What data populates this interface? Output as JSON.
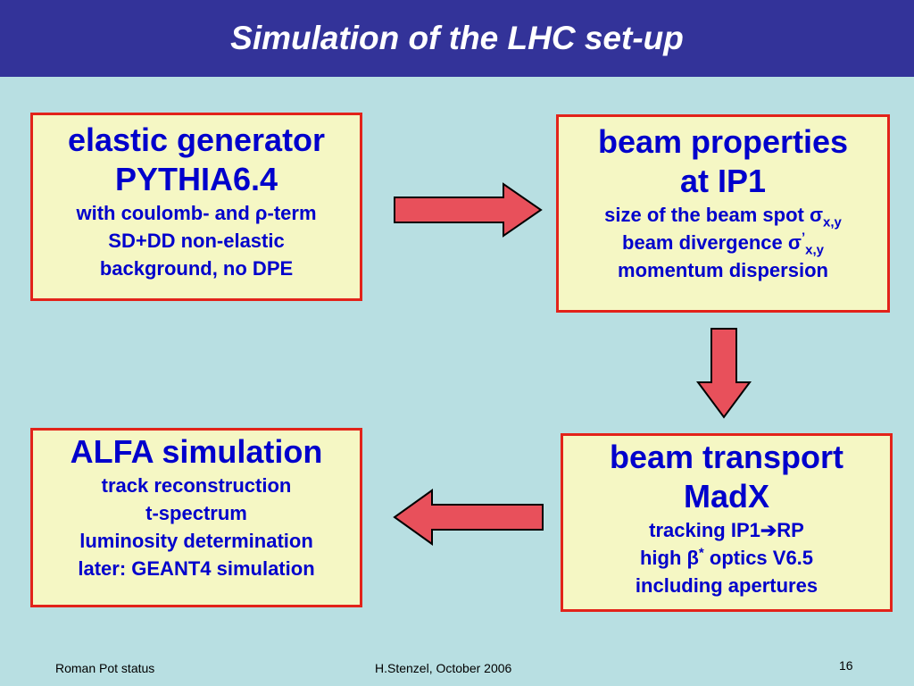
{
  "title": "Simulation of the LHC set-up",
  "boxes": {
    "elastic": {
      "heading1": "elastic generator",
      "heading2": "PYTHIA6.4",
      "line1": "with coulomb- and ρ-term",
      "line2": "SD+DD non-elastic",
      "line3": "background, no DPE"
    },
    "beam_properties": {
      "heading1": "beam properties",
      "heading2": "at IP1",
      "line1_text": "size of the beam spot σ",
      "line1_sub": "x,y",
      "line2_text": "beam divergence σ",
      "line2_sup": "’",
      "line2_sub": "x,y",
      "line3": "momentum dispersion"
    },
    "alfa": {
      "heading1": "ALFA simulation",
      "line1": "track reconstruction",
      "line2": "t-spectrum",
      "line3": "luminosity determination",
      "line4": "later: GEANT4 simulation"
    },
    "beam_transport": {
      "heading1": "beam transport",
      "heading2": "MadX",
      "line1_a": "tracking IP1",
      "line1_arrow": "➔",
      "line1_b": "RP",
      "line2_a": "high β",
      "line2_sup": "*",
      "line2_b": " optics V6.5",
      "line3": "including apertures"
    }
  },
  "footer": {
    "left": "Roman Pot status",
    "center": "H.Stenzel, October 2006",
    "page": "16"
  },
  "colors": {
    "background": "#b8dfe2",
    "title_bar": "#333399",
    "box_fill": "#f5f7c4",
    "box_border": "#e2231a",
    "box_text": "#0000cc",
    "arrow_fill": "#e8505b",
    "arrow_stroke": "#000000"
  }
}
